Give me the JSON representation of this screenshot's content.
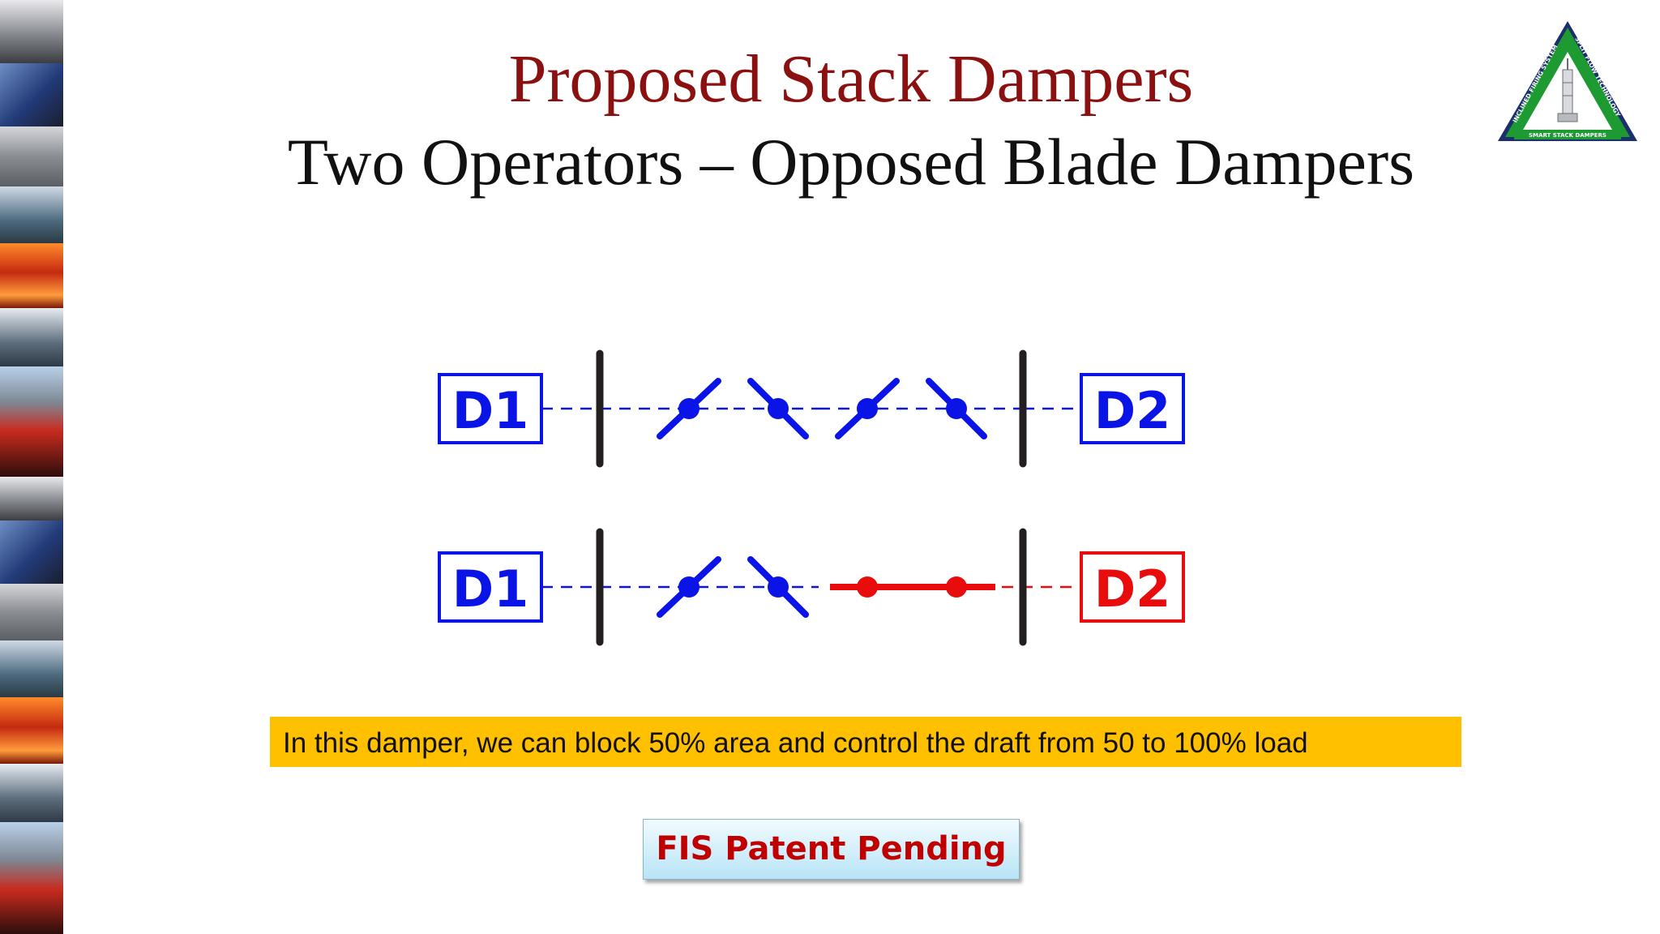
{
  "title": "Proposed Stack Dampers",
  "subtitle": "Two Operators – Opposed Blade Dampers",
  "logo": {
    "ring_text_left": "INCLINED FIRING SYSTEM",
    "ring_text_right": "SPLIT FLOW TECHNOLOGY",
    "banner_text": "SMART STACK DAMPERS",
    "icon": "stack-tower-icon"
  },
  "diagram": {
    "rows": [
      {
        "left_label": "D1",
        "right_label": "D2",
        "left_blades": [
          "tilted",
          "tilted"
        ],
        "right_blades": [
          "tilted",
          "tilted"
        ],
        "right_state": "open"
      },
      {
        "left_label": "D1",
        "right_label": "D2",
        "left_blades": [
          "tilted",
          "tilted"
        ],
        "right_blades": [
          "closed",
          "closed"
        ],
        "right_state": "closed"
      }
    ]
  },
  "caption": "In this damper, we can block 50% area and control the draft from 50 to 100% load",
  "patent_button": "FIS Patent Pending",
  "colors": {
    "title": "#8b1010",
    "subtitle": "#111111",
    "open_damper": "#0a14e6",
    "closed_damper": "#e80c0c",
    "divider": "#231f20",
    "caption_bg": "#ffc000",
    "patent_text": "#c00000",
    "logo_green": "#1e9a33",
    "logo_navy": "#1a2f6b"
  }
}
